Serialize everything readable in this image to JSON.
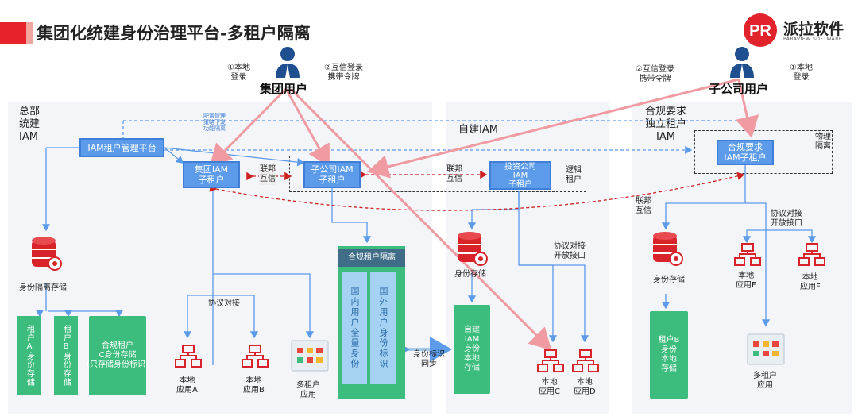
{
  "title": "集团化统建身份治理平台-多租户隔离",
  "logo": {
    "name": "派拉软件",
    "sub": "PARAVIEW SOFTWARE"
  },
  "colors": {
    "accent_red": "#e3232c",
    "iam_blue": "#5b9bea",
    "storage_green": "#3dbd7d",
    "panel_bg": "#f3f5f8"
  },
  "users": {
    "group_user": "集团用户",
    "sub_user": "子公司用户",
    "local_login_left": "①本地\n登录",
    "trust_login_left": "②互信登录\n携带令牌",
    "trust_login_right": "②互信登录\n携带令牌",
    "local_login_right": "①本地\n登录"
  },
  "panels": {
    "hq": "总部\n统建\nIAM",
    "self": "自建IAM",
    "compliance": "合规要求\n独立租户\nIAM"
  },
  "nodes": {
    "tenant_mgmt": "IAM租户管理平台",
    "group_iam": "集团IAM\n子租户",
    "sub_iam": "子公司IAM\n子租户",
    "invest_iam": "投资公司\nIAM\n子租户",
    "compliance_iam": "合规要求\nIAM子租户",
    "config_note": "配置管理\n策略下发\n功能隔离",
    "federation_trust": "联邦\n互信",
    "federation_trust2": "联邦\n互信",
    "federation_trust3": "联邦\n互信",
    "logical_tenant": "逻辑\n租户",
    "physical_isolation": "物理\n隔离",
    "protocol_connect": "协议对接",
    "protocol_open": "协议对接\n开放接口",
    "protocol_open2": "协议对接\n开放接口",
    "identity_sync": "身份标识\n同步"
  },
  "storage": {
    "isolated": "身份隔离存储",
    "store_mid": "身份存储",
    "store_right": "身份存储",
    "tenant_a": "租户A身份存储",
    "tenant_b": "租户B身份存储",
    "compliance_store": "合规租户\nC身份存储\n(只存储身份标识)",
    "self_built": "自建\nIAM\n身份\n本地\n存储",
    "tenant_b_local": "租户B\n身份\n本地\n存储"
  },
  "compliance_isolation": {
    "head": "合规租户隔离",
    "domestic": "国内用户全量身份",
    "foreign": "国外用户身份标识"
  },
  "apps": {
    "a": "本地\n应用A",
    "b": "本地\n应用B",
    "multi_left": "多租户\n应用",
    "c": "本地\n应用C",
    "d": "本地\n应用D",
    "e": "本地\n应用E",
    "f": "本地\n应用F",
    "multi_right": "多租户\n应用"
  }
}
